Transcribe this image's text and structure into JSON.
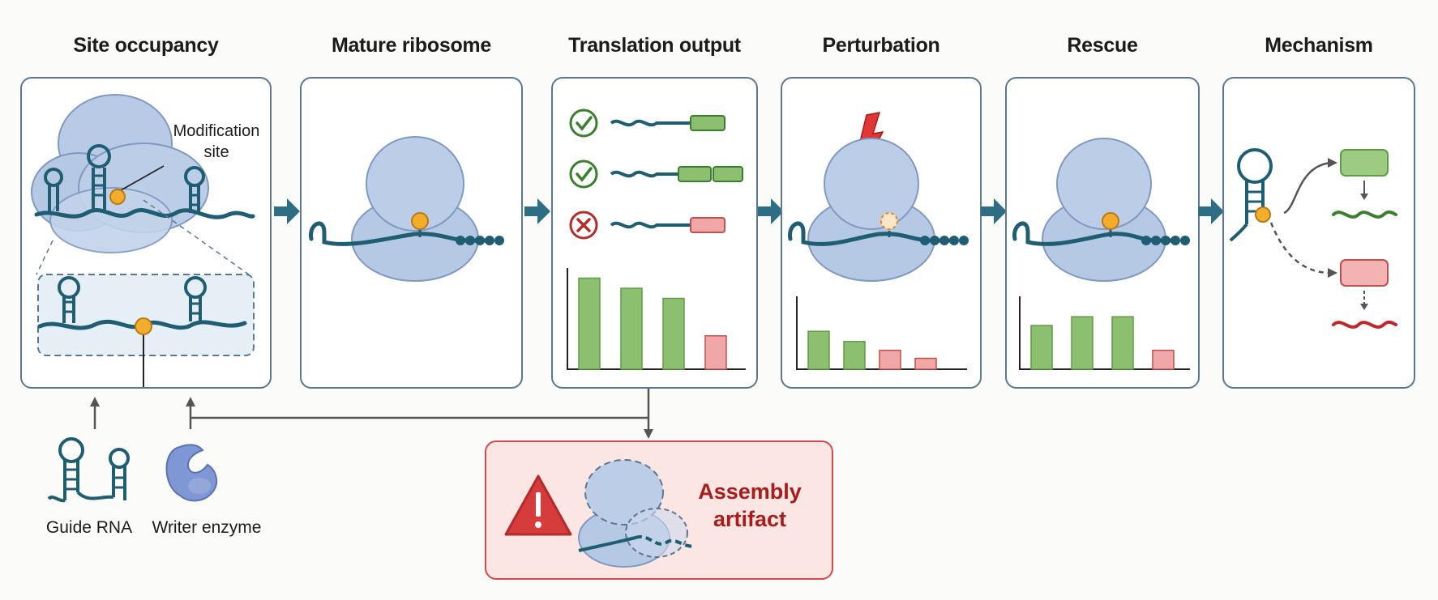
{
  "stages": [
    {
      "title": "Site occupancy"
    },
    {
      "title": "Mature ribosome"
    },
    {
      "title": "Translation output"
    },
    {
      "title": "Perturbation"
    },
    {
      "title": "Rescue"
    },
    {
      "title": "Mechanism"
    }
  ],
  "site_occupancy": {
    "modification_label_line1": "Modification",
    "modification_label_line2": "site"
  },
  "inputs": {
    "guide_rna": "Guide RNA",
    "writer_enzyme": "Writer enzyme"
  },
  "artifact": {
    "line1": "Assembly",
    "line2": "artifact"
  },
  "colors": {
    "panel_border": "#5a7891",
    "rna": "#1f5d73",
    "ribosome": "#b5c8e4",
    "modification": "#f2ae2b",
    "success_green": "#8cbf6f",
    "fail_red": "#f0a7a7",
    "warning": "#d63c3c"
  },
  "translation_bars": {
    "values": [
      90,
      80,
      70,
      33
    ],
    "colors": [
      "green",
      "green",
      "green",
      "red"
    ]
  },
  "perturbation_bars": {
    "values": [
      52,
      38,
      26,
      15
    ],
    "colors": [
      "green",
      "green",
      "red",
      "red"
    ]
  },
  "rescue_bars": {
    "values": [
      60,
      72,
      72,
      26
    ],
    "colors": [
      "green",
      "green",
      "green",
      "red"
    ]
  },
  "translation_outcomes": [
    {
      "status": "check-icon"
    },
    {
      "status": "check-icon"
    },
    {
      "status": "cross-icon"
    }
  ]
}
